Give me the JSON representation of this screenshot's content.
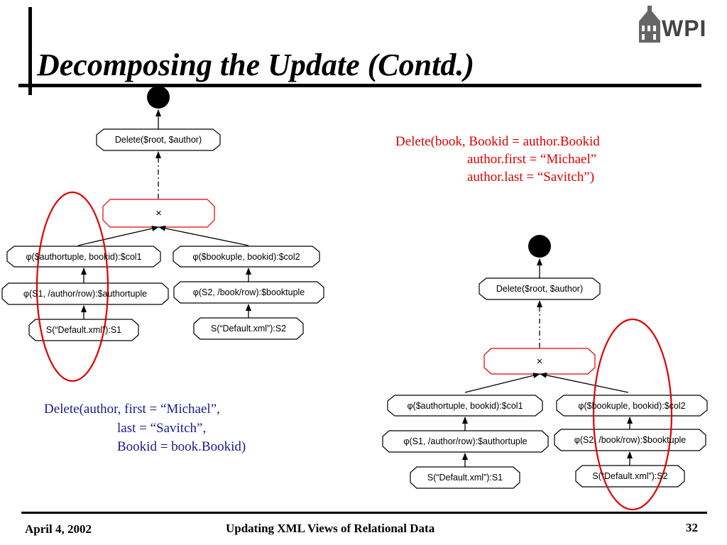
{
  "slide": {
    "title": "Decomposing the Update (Contd.)",
    "logo_text": "WPI"
  },
  "left_tree": {
    "delete_node": "Delete($root, $author)",
    "join_node": "×",
    "phi_author_col": "φ($authortuple, bookid):$col1",
    "phi_book_col": "φ($bookuple, bookid):$col2",
    "phi_author_row": "φ(S1, /author/row):$authortuple",
    "phi_book_row": "φ(S2, /book/row):$booktuple",
    "source1": "S(“Default.xml”):S1",
    "source2": "S(“Default.xml”):S2"
  },
  "right_tree": {
    "delete_node": "Delete($root, $author)",
    "join_node": "×",
    "phi_author_col": "φ($authortuple, bookid):$col1",
    "phi_book_col": "φ($bookuple, bookid):$col2",
    "phi_author_row": "φ(S1, /author/row):$authortuple",
    "phi_book_row": "φ(S2, /book/row):$booktuple",
    "source1": "S(“Default.xml”):S1",
    "source2": "S(“Default.xml”):S2"
  },
  "red_annotation": {
    "line1": "Delete(book, Bookid = author.Bookid",
    "line2": "author.first = “Michael”",
    "line3": "author.last = “Savitch”)"
  },
  "blue_annotation": {
    "line1": "Delete(author, first = “Michael”,",
    "line2": "last = “Savitch”,",
    "line3": "Bookid = book.Bookid)"
  },
  "footer": {
    "date": "April 4, 2002",
    "center": "Updating XML Views of Relational Data",
    "page": "32"
  },
  "colors": {
    "highlight_red": "#e00000",
    "annotation_blue": "#1a1a90",
    "node_border": "#000000"
  }
}
